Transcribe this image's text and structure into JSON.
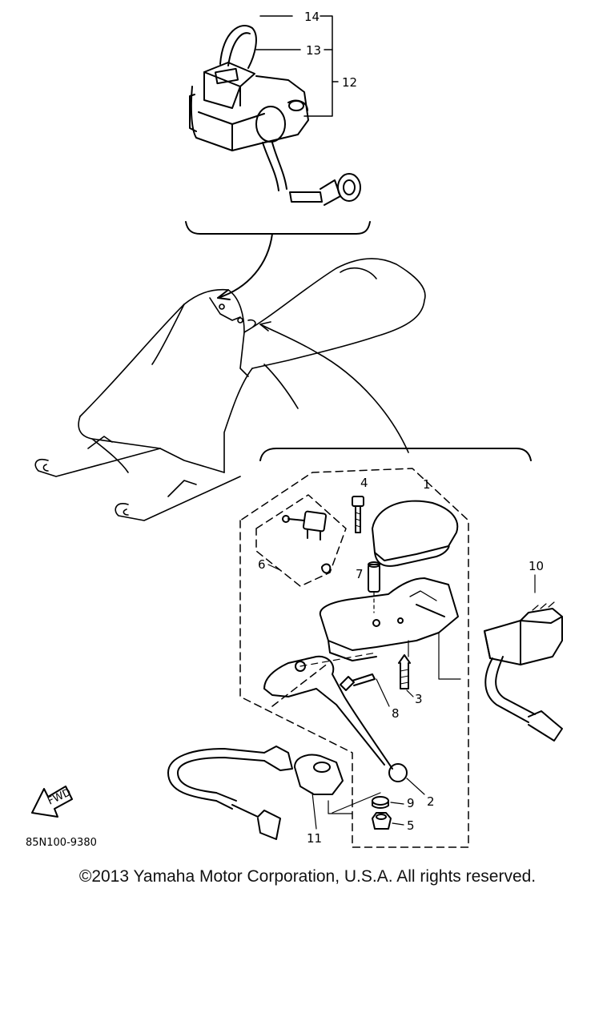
{
  "callouts": {
    "c1": "1",
    "c2": "2",
    "c3": "3",
    "c4": "4",
    "c5": "5",
    "c6": "6",
    "c7": "7",
    "c8": "8",
    "c9": "9",
    "c10": "10",
    "c11": "11",
    "c12": "12",
    "c13": "13",
    "c14": "14"
  },
  "fwd_label": "FWD",
  "diagram_code": "85N100-9380",
  "copyright": "©2013 Yamaha Motor Corporation, U.S.A. All rights reserved."
}
